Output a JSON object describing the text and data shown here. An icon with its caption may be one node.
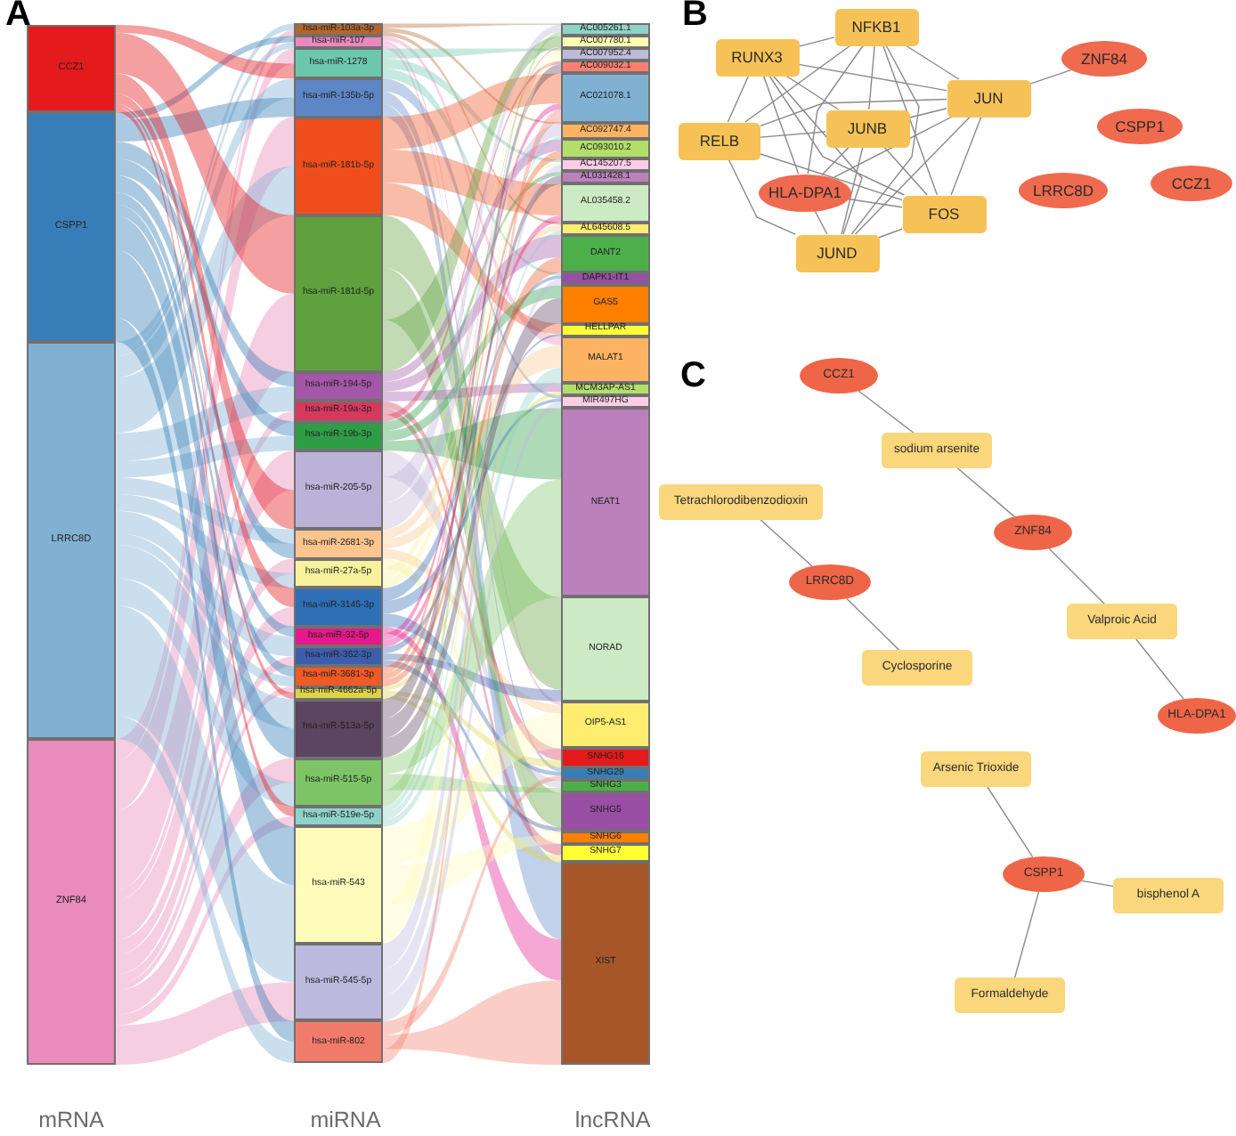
{
  "diagram": {
    "nodes": [
      {
        "text": [
          "CCZ1"
        ]
      },
      {
        "text": [
          "CSPP1"
        ]
      },
      {
        "text": [
          "LRRC8D"
        ]
      },
      {
        "text": [
          "ZNF84"
        ]
      },
      {
        "text": [
          "hsa-miR-103a-3p"
        ]
      },
      {
        "text": [
          "hsa-miR-107"
        ]
      },
      {
        "text": [
          "hsa-miR-1278"
        ]
      },
      {
        "text": [
          "hsa-miR-135b-5p"
        ]
      },
      {
        "text": [
          "hsa-miR-181b-5p"
        ]
      },
      {
        "text": [
          "hsa-miR-181d-5p"
        ]
      },
      {
        "text": [
          "hsa-miR-194-5p"
        ]
      },
      {
        "text": [
          "hsa-miR-19a-3p"
        ]
      },
      {
        "text": [
          "hsa-miR-19b-3p"
        ]
      },
      {
        "text": [
          "hsa-miR-205-5p"
        ]
      },
      {
        "text": [
          "hsa-miR-2681-3p"
        ]
      },
      {
        "text": [
          "hsa-miR-27a-5p"
        ]
      },
      {
        "text": [
          "hsa-miR-3145-3p"
        ]
      },
      {
        "text": [
          "hsa-miR-32-5p"
        ]
      },
      {
        "text": [
          "hsa-miR-362-3p"
        ]
      },
      {
        "text": [
          "hsa-miR-3681-3p"
        ]
      },
      {
        "text": [
          "hsa-miR-4662a-5p"
        ]
      },
      {
        "text": [
          "hsa-miR-513a-5p"
        ]
      },
      {
        "text": [
          "hsa-miR-515-5p"
        ]
      },
      {
        "text": [
          "hsa-miR-519e-5p"
        ]
      },
      {
        "text": [
          "hsa-miR-543"
        ]
      },
      {
        "text": [
          "hsa-miR-545-5p"
        ]
      },
      {
        "text": [
          "hsa-miR-802"
        ]
      },
      {
        "text": [
          "AC005261.1"
        ]
      },
      {
        "text": [
          "AC007780.1"
        ]
      },
      {
        "text": [
          "AC007952.4"
        ]
      },
      {
        "text": [
          "AC009032.1"
        ]
      },
      {
        "text": [
          "AC021078.1"
        ]
      },
      {
        "text": [
          "AC092747.4"
        ]
      },
      {
        "text": [
          "AC093010.2"
        ]
      },
      {
        "text": [
          "AC145207.5"
        ]
      },
      {
        "text": [
          "AL031428.1"
        ]
      },
      {
        "text": [
          "AL035458.2"
        ]
      },
      {
        "text": [
          "AL645608.5"
        ]
      },
      {
        "text": [
          "DANT2"
        ]
      },
      {
        "text": [
          "DAPK1-IT1"
        ]
      },
      {
        "text": [
          "GAS5"
        ]
      },
      {
        "text": [
          "HELLPAR"
        ]
      },
      {
        "text": [
          "MALAT1"
        ]
      },
      {
        "text": [
          "MCM3AP-AS1"
        ]
      },
      {
        "text": [
          "MIR497HG"
        ]
      },
      {
        "text": [
          "NEAT1"
        ]
      },
      {
        "text": [
          "NORAD"
        ]
      },
      {
        "text": [
          "OIP5-AS1"
        ]
      },
      {
        "text": [
          "SNHG16"
        ]
      },
      {
        "text": [
          "SNHG29"
        ]
      },
      {
        "text": [
          "SNHG3"
        ]
      },
      {
        "text": [
          "SNHG5"
        ]
      },
      {
        "text": [
          "SNHG6"
        ]
      },
      {
        "text": [
          "SNHG7"
        ]
      },
      {
        "text": [
          "XIST"
        ]
      },
      {
        "text": [
          "NFKB1"
        ]
      },
      {
        "text": [
          "RUNX3"
        ]
      },
      {
        "text": [
          "ZNF84"
        ]
      },
      {
        "text": [
          "JUN"
        ]
      },
      {
        "text": [
          "RELB"
        ]
      },
      {
        "text": [
          "JUNB"
        ]
      },
      {
        "text": [
          "CSPP1"
        ]
      },
      {
        "text": [
          "HLA-DPA1"
        ]
      },
      {
        "text": [
          "LRRC8D"
        ]
      },
      {
        "text": [
          "CCZ1"
        ]
      },
      {
        "text": [
          "FOS"
        ]
      },
      {
        "text": [
          "JUND"
        ]
      },
      {
        "text": [
          "CCZ1"
        ]
      },
      {
        "text": [
          "sodium arsenite"
        ]
      },
      {
        "text": [
          "Tetrachlorodibenzodioxin"
        ]
      },
      {
        "text": [
          "ZNF84"
        ]
      },
      {
        "text": [
          "LRRC8D"
        ]
      },
      {
        "text": [
          "Valproic Acid"
        ]
      },
      {
        "text": [
          "Cyclosporine"
        ]
      },
      {
        "text": [
          "HLA-DPA1"
        ]
      },
      {
        "text": [
          "Arsenic Trioxide"
        ]
      },
      {
        "text": [
          "CSPP1"
        ]
      },
      {
        "text": [
          "bisphenol A"
        ]
      },
      {
        "text": [
          "Formaldehyde"
        ]
      }
    ],
    "edges": [
      {
        "from": 55,
        "to": 56,
        "arrow": "none"
      },
      {
        "from": 55,
        "to": 58,
        "arrow": "none"
      },
      {
        "from": 55,
        "to": 59,
        "arrow": "none"
      },
      {
        "from": 55,
        "to": 60,
        "arrow": "none"
      },
      {
        "from": 55,
        "to": 62,
        "arrow": "none"
      },
      {
        "from": 55,
        "to": 65,
        "arrow": "none"
      },
      {
        "from": 55,
        "to": 66,
        "arrow": "none"
      },
      {
        "from": 56,
        "to": 58,
        "arrow": "none"
      },
      {
        "from": 56,
        "to": 59,
        "arrow": "none"
      },
      {
        "from": 56,
        "to": 60,
        "arrow": "none"
      },
      {
        "from": 56,
        "to": 62,
        "arrow": "none"
      },
      {
        "from": 56,
        "to": 65,
        "arrow": "none"
      },
      {
        "from": 56,
        "to": 66,
        "arrow": "none"
      },
      {
        "from": 58,
        "to": 57,
        "arrow": "none"
      },
      {
        "from": 58,
        "to": 59,
        "arrow": "none"
      },
      {
        "from": 58,
        "to": 60,
        "arrow": "none"
      },
      {
        "from": 58,
        "to": 62,
        "arrow": "none"
      },
      {
        "from": 58,
        "to": 65,
        "arrow": "none"
      },
      {
        "from": 58,
        "to": 66,
        "arrow": "none"
      },
      {
        "from": 59,
        "to": 60,
        "arrow": "none"
      },
      {
        "from": 59,
        "to": 65,
        "arrow": "none"
      },
      {
        "from": 59,
        "to": 66,
        "arrow": "none"
      },
      {
        "from": 60,
        "to": 62,
        "arrow": "none"
      },
      {
        "from": 60,
        "to": 65,
        "arrow": "none"
      },
      {
        "from": 60,
        "to": 66,
        "arrow": "none"
      },
      {
        "from": 62,
        "to": 65,
        "arrow": "none"
      },
      {
        "from": 62,
        "to": 66,
        "arrow": "none"
      },
      {
        "from": 65,
        "to": 66,
        "arrow": "none"
      },
      {
        "from": 67,
        "to": 68,
        "arrow": "none"
      },
      {
        "from": 68,
        "to": 70,
        "arrow": "none"
      },
      {
        "from": 70,
        "to": 72,
        "arrow": "none"
      },
      {
        "from": 72,
        "to": 74,
        "arrow": "none"
      },
      {
        "from": 69,
        "to": 71,
        "arrow": "none"
      },
      {
        "from": 71,
        "to": 73,
        "arrow": "none"
      },
      {
        "from": 75,
        "to": 76,
        "arrow": "none"
      },
      {
        "from": 76,
        "to": 77,
        "arrow": "none"
      },
      {
        "from": 76,
        "to": 78,
        "arrow": "none"
      }
    ],
    "labels": [
      "A",
      "B",
      "C",
      "mRNA",
      "miRNA",
      "lncRNA"
    ]
  }
}
